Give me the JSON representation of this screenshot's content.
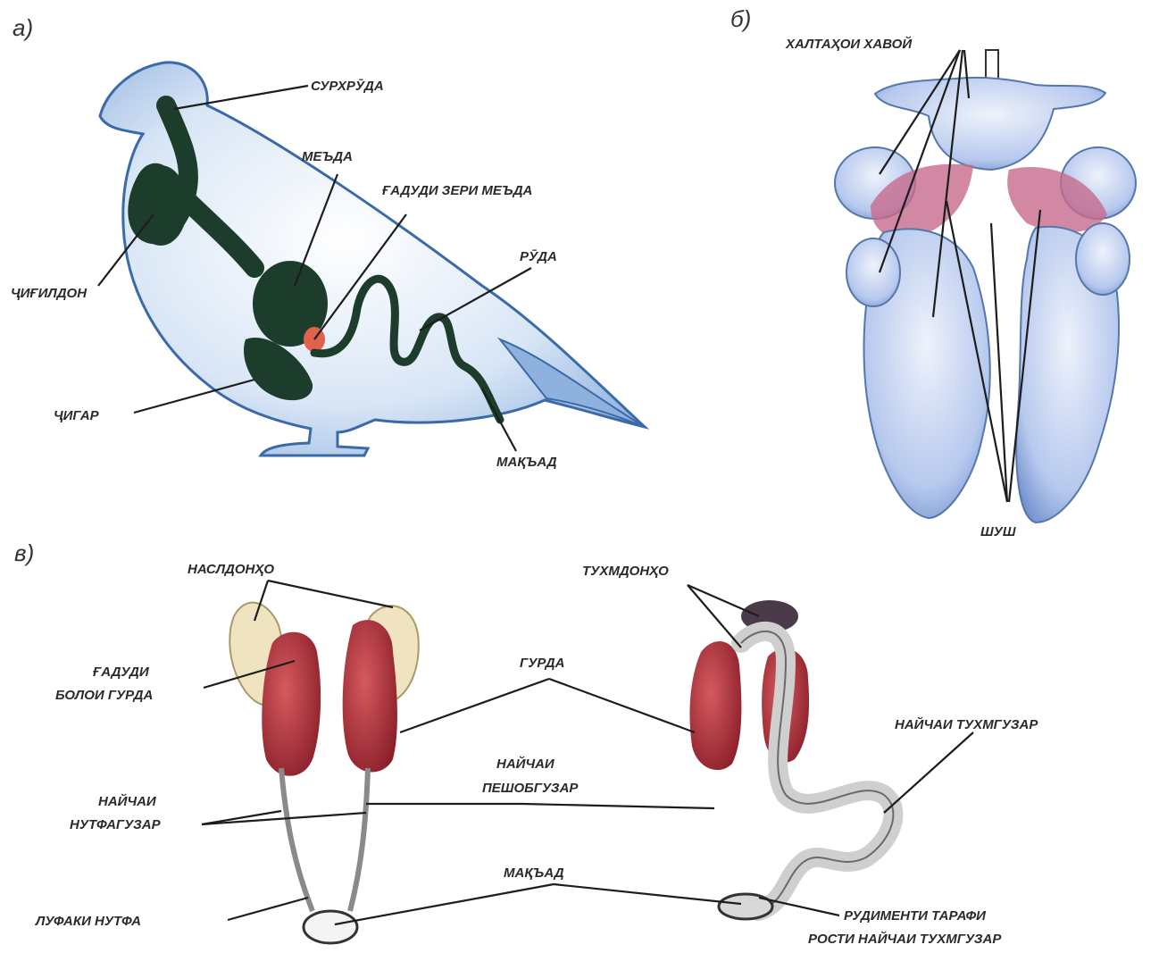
{
  "panels": {
    "a": {
      "letter": "а)",
      "labels": {
        "esophagus": "СУРХРӮДА",
        "stomach": "МЕЪДА",
        "pancreas": "ҒАДУДИ ЗЕРИ МЕЪДА",
        "intestine": "РӮДА",
        "crop": "ҶИҒИЛДОН",
        "liver": "ҶИГАР",
        "rectum": "МАҚЪАД"
      }
    },
    "b": {
      "letter": "б)",
      "labels": {
        "air_sacs": "ХАЛТАҲОИ ХАВОЙ",
        "lungs": "ШУШ"
      }
    },
    "c": {
      "letter": "в)",
      "labels": {
        "testes": "НАСЛДОНҲО",
        "ovaries": "ТУХМДОНҲО",
        "adrenal_1": "ҒАДУДИ",
        "adrenal_2": "БОЛОИ ГУРДА",
        "kidney": "ГУРДА",
        "ureter_1": "НАЙЧАИ",
        "ureter_2": "ПЕШОБГУЗАР",
        "vas_deferens_1": "НАЙЧАИ",
        "vas_deferens_2": "НУТФАГУЗАР",
        "oviduct": "НАЙЧАИ ТУХМГУЗАР",
        "cloaca": "МАҚЪАД",
        "seminal_vesicle": "ЛУФАКИ НУТФА",
        "rudiment_1": "РУДИМЕНТИ ТАРАФИ",
        "rudiment_2": "РОСТИ НАЙЧАИ ТУХМГУЗАР"
      }
    }
  },
  "colors": {
    "bird_fill": "#cfe0f4",
    "bird_edge": "#3a6aa8",
    "gut": "#1d3d2c",
    "gland": "#e0624a",
    "lung_blue": "#b7c9ee",
    "lung_red": "#c76a8c",
    "kidney": "#b2353e",
    "testis": "#f0e4c0"
  }
}
